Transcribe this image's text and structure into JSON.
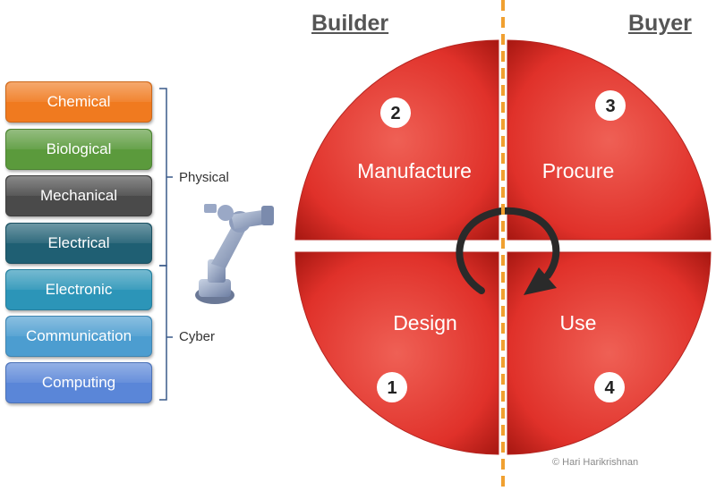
{
  "left_panel": {
    "boxes": [
      {
        "label": "Chemical",
        "color": "#f07a1f"
      },
      {
        "label": "Biological",
        "color": "#5b9a3c"
      },
      {
        "label": "Mechanical",
        "color": "#4a4a4a"
      },
      {
        "label": "Electrical",
        "color": "#1f5f73"
      },
      {
        "label": "Electronic",
        "color": "#2c95b8"
      },
      {
        "label": "Communication",
        "color": "#4c9dd0"
      },
      {
        "label": "Computing",
        "color": "#5a86d8"
      }
    ],
    "groups": {
      "physical": "Physical",
      "cyber": "Cyber"
    }
  },
  "headers": {
    "builder": "Builder",
    "buyer": "Buyer"
  },
  "quadrants": {
    "manufacture": {
      "label": "Manufacture",
      "number": "2"
    },
    "procure": {
      "label": "Procure",
      "number": "3"
    },
    "design": {
      "label": "Design",
      "number": "1"
    },
    "use": {
      "label": "Use",
      "number": "4"
    }
  },
  "colors": {
    "quadrant_red": "#e0312a",
    "divider_orange": "#f0a030"
  },
  "icons": [
    "robot-arm-icon",
    "cycle-arrow-icon"
  ],
  "copyright": "© Hari Harikrishnan"
}
